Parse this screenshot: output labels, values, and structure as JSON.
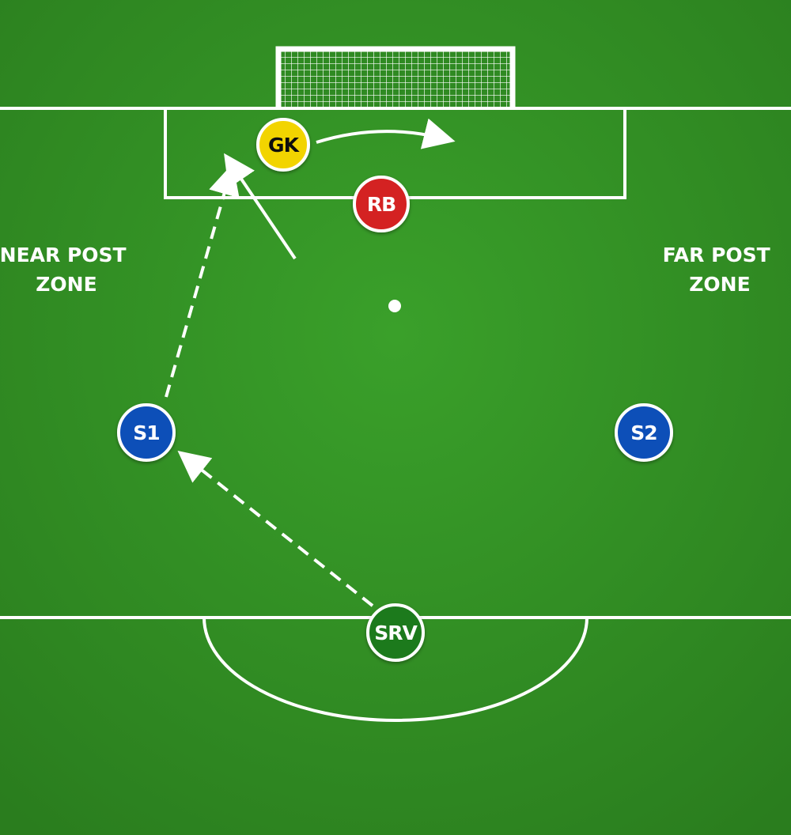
{
  "zones": {
    "near_post": {
      "line1": "NEAR POST",
      "line2": "ZONE"
    },
    "far_post": {
      "line1": "FAR POST",
      "line2": "ZONE"
    }
  },
  "players": {
    "gk": {
      "label": "GK",
      "fill": "#f2d400",
      "text": "#111111"
    },
    "rb": {
      "label": "RB",
      "fill": "#d42020",
      "text": "#ffffff"
    },
    "s1": {
      "label": "S1",
      "fill": "#0f4fb8",
      "text": "#ffffff"
    },
    "s2": {
      "label": "S2",
      "fill": "#0f4fb8",
      "text": "#ffffff"
    },
    "srv": {
      "label": "SRV",
      "fill": "#1f7a1f",
      "text": "#ffffff"
    }
  },
  "colors": {
    "pitch": "#2f8a22",
    "pitch_light": "#3aa02a",
    "line": "#ffffff"
  }
}
